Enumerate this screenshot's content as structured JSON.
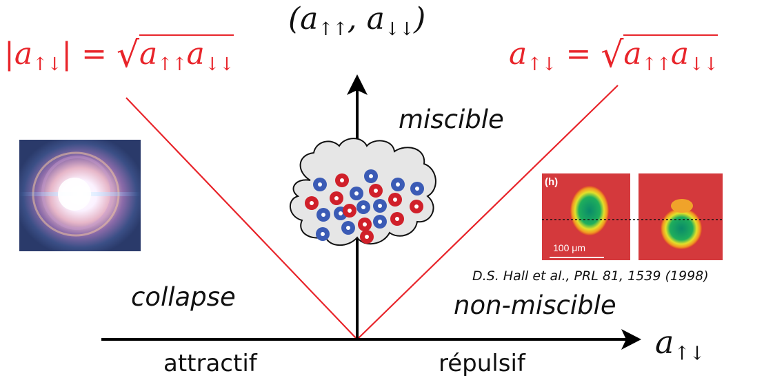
{
  "vertical_axis_label": {
    "base": "(a",
    "sub1": "↑↑",
    "mid": ", a",
    "sub2": "↓↓",
    "end": ")"
  },
  "horizontal_axis_label": {
    "base": "a",
    "sub": "↑↓"
  },
  "left_condition": {
    "open": "|a",
    "sub": "↑↓",
    "close": "| = ",
    "rad_a": "a",
    "rad_sub1": "↑↑",
    "rad_b": "a",
    "rad_sub2": "↓↓"
  },
  "right_condition": {
    "lhs": "a",
    "sub": "↑↓",
    "eq": " = ",
    "rad_a": "a",
    "rad_sub1": "↑↑",
    "rad_b": "a",
    "rad_sub2": "↓↓"
  },
  "regions": {
    "top": "miscible",
    "left": "collapse",
    "right": "non-miscible"
  },
  "axis_words": {
    "left": "attractif",
    "right": "répulsif"
  },
  "inset": {
    "panel_label": "(h)",
    "scale_label": "100 μm"
  },
  "reference": "D.S. Hall et al., PRL 81, 1539 (1998)",
  "colors": {
    "boundary": "#e8242a",
    "axis": "#000000",
    "blue_particle": "#3b5bb5",
    "red_particle": "#d0202a",
    "cloud": "#e6e6e6"
  },
  "icons": {
    "explosion": "explosion-image",
    "cloud": "atom-cloud-icon"
  }
}
